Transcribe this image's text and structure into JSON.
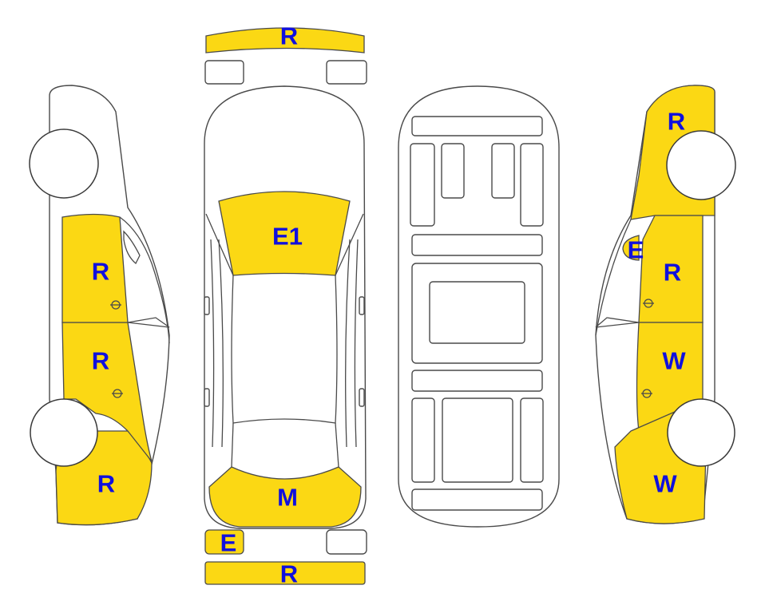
{
  "colors": {
    "damaged": "#fbd814",
    "code_text": "#1010dd",
    "outline": "#4a4a4a"
  },
  "codes": {
    "front_bumper": "R",
    "windshield": "E1",
    "rear_window": "M",
    "rear_left_lamp": "E",
    "rear_bumper": "R",
    "left_front_door": "R",
    "left_rear_door": "R",
    "left_rear_quarter": "R",
    "right_front_fender": "R",
    "right_mirror": "E",
    "right_front_door": "R",
    "right_rear_door": "W",
    "right_rear_quarter": "W"
  }
}
